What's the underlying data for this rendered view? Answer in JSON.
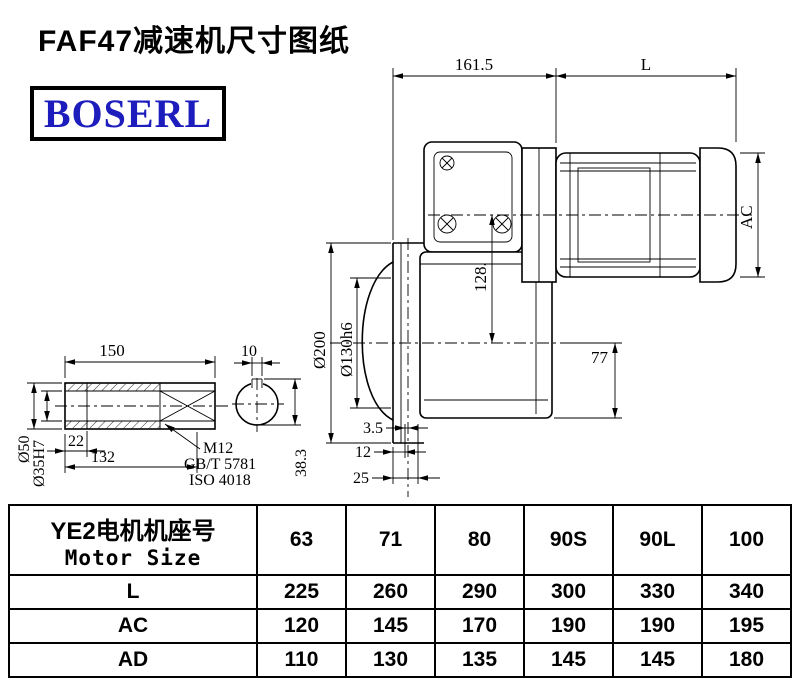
{
  "page": {
    "title": "FAF47减速机尺寸图纸",
    "logo": "BOSERL"
  },
  "drawing": {
    "dims": {
      "gearbox_len": "161.5",
      "motor_len": "L",
      "motor_od": "AC",
      "flange_od": "Ø200",
      "pilot_od": "Ø130h6",
      "axis_height": "128.",
      "base_height": "77",
      "shaft_len": "150",
      "keyway_w": "10",
      "shaft_od": "Ø50",
      "bore": "Ø35H7",
      "step_len": "22",
      "hub_len": "132",
      "thread": "M12",
      "std_gb": "GB/T 5781",
      "std_iso": "ISO 4018",
      "gap": "3.5",
      "offset12": "12",
      "offset25": "25",
      "keyway_h": "38.3"
    }
  },
  "table": {
    "row_header_line1": "YE2电机机座号",
    "row_header_line2": "Motor Size",
    "motor_sizes": [
      "63",
      "71",
      "80",
      "90S",
      "90L",
      "100"
    ],
    "rows": [
      {
        "label": "L",
        "values": [
          "225",
          "260",
          "290",
          "300",
          "330",
          "340"
        ]
      },
      {
        "label": "AC",
        "values": [
          "120",
          "145",
          "170",
          "190",
          "190",
          "195"
        ]
      },
      {
        "label": "AD",
        "values": [
          "110",
          "130",
          "135",
          "145",
          "145",
          "180"
        ]
      }
    ]
  }
}
